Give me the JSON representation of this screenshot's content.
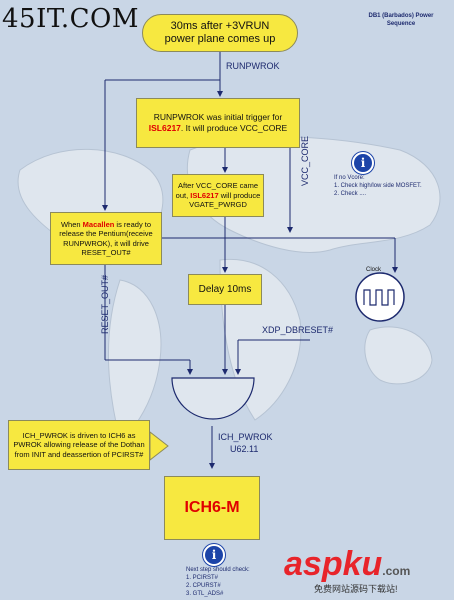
{
  "watermark_top": "45IT.COM",
  "header": {
    "title_line1": "DB1 (Barbados) Power",
    "title_line2": "Sequence"
  },
  "start_node": {
    "text": "30ms after +3VRUN power plane comes up"
  },
  "signals": {
    "runpwrok": "RUNPWROK",
    "vcc_core": "VCC_CORE",
    "reset_out": "RESET_OUT#",
    "xdp_dbreset": "XDP_DBRESET#",
    "ich_pwrok": "ICH_PWROK",
    "u62": "U62.11"
  },
  "box_runpwrok": {
    "pre": "RUNPWROK was initial trigger for",
    "chip": "ISL6217",
    "post": ". It will produce VCC_CORE"
  },
  "box_vccore": {
    "pre": "After VCC_CORE came out, ",
    "chip": "ISL6217",
    "post": " will produce VGATE_PWRGD"
  },
  "box_macallen": {
    "pre": "When ",
    "chip": "Macallen",
    "post": " is ready to release the Pentium(receive RUNPWROK), it will drive RESET_OUT#"
  },
  "box_delay": {
    "text": "Delay 10ms"
  },
  "clock_label": "Clock",
  "callout": {
    "text": "ICH_PWROK is driven to ICH6 as PWROK allowing release of the Dothan from INIT and deassertion of PCIRST#"
  },
  "ich6": {
    "text": "ICH6-M"
  },
  "info_icon": "i",
  "info_top": {
    "lines": [
      "If no Vcore:",
      "1. Check high/low side MOSFET.",
      "2. Check ...."
    ]
  },
  "info_bottom": {
    "lines": [
      "Next step should check:",
      "1. PCIRST#",
      "2. CPURST#",
      "3. GTL_ADS#"
    ]
  },
  "watermark_bottom": {
    "brand": "aspku",
    "suffix": ".com",
    "sub": "免费网站源码下载站!"
  },
  "colors": {
    "box_fill": "#f7e840",
    "chip_red": "#e00000",
    "line": "#1d2a6e",
    "info_blue": "#1c44a8"
  }
}
